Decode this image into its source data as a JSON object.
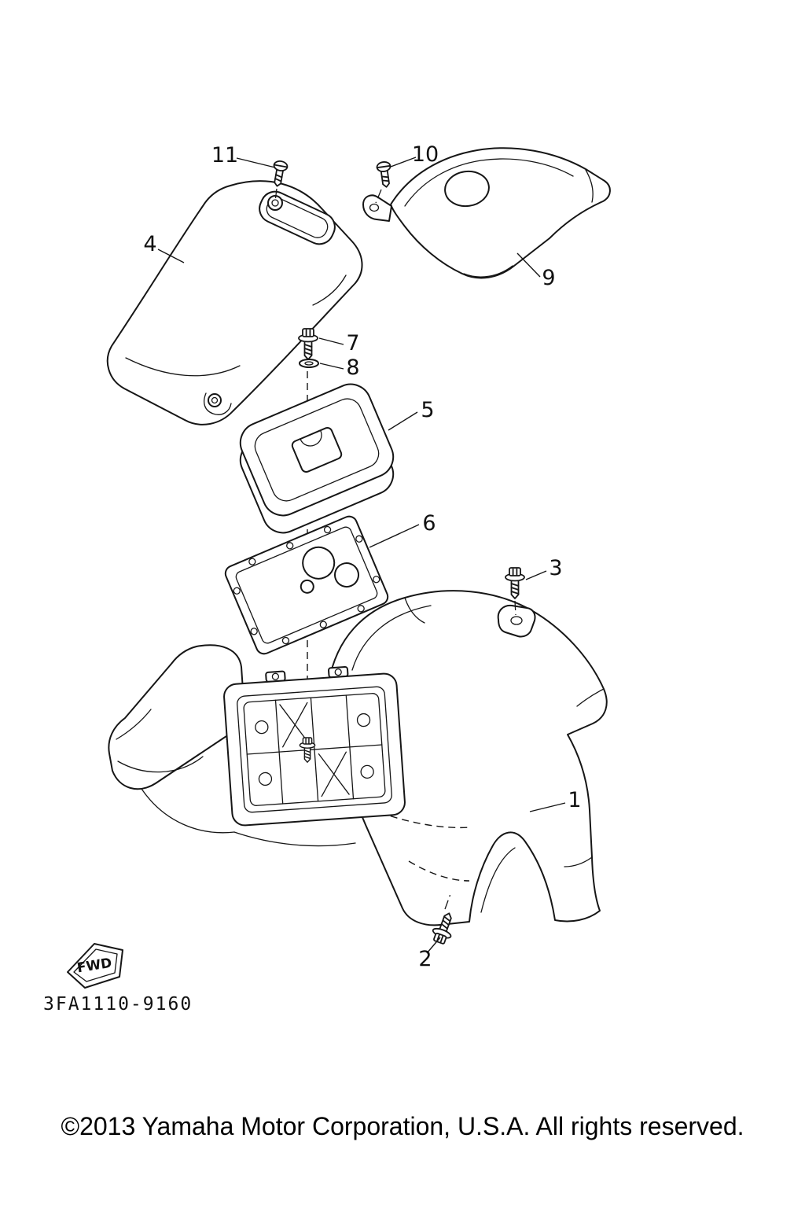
{
  "diagram": {
    "part_code": "3FA1110-9160",
    "fwd_label": "FWD",
    "callouts": {
      "1": "1",
      "2": "2",
      "3": "3",
      "4": "4",
      "5": "5",
      "6": "6",
      "7": "7",
      "8": "8",
      "9": "9",
      "10": "10",
      "11": "11"
    }
  },
  "footer": {
    "copyright": "©2013 Yamaha Motor Corporation, U.S.A. All rights reserved."
  }
}
